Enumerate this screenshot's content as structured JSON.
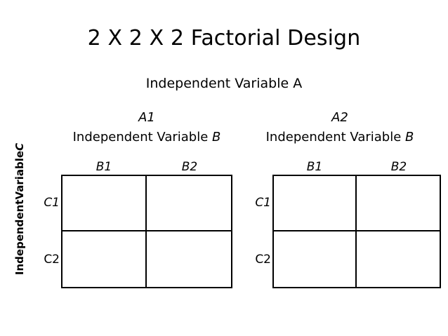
{
  "slide": {
    "title": "2 X 2 X 2 Factorial Design",
    "background_color": "#ffffff",
    "line_color": "#000000",
    "text_color": "#000000"
  },
  "factor_a": {
    "label": "Independent Variable A"
  },
  "factor_c": {
    "label_line1": "Independent",
    "label_line2": "Variable ",
    "label_italic": "C"
  },
  "panels": [
    {
      "level": "A1",
      "factor_label_prefix": "Independent Variable ",
      "factor_label_italic": "B",
      "column_headers": [
        "B1",
        "B2"
      ],
      "row_headers": [
        "C1",
        "C2"
      ],
      "cells": [
        [
          "",
          ""
        ],
        [
          "",
          ""
        ]
      ]
    },
    {
      "level": "A2",
      "factor_label_prefix": "Independent Variable ",
      "factor_label_italic": "B",
      "column_headers": [
        "B1",
        "B2"
      ],
      "row_headers": [
        "C1",
        "C2"
      ],
      "cells": [
        [
          "",
          ""
        ],
        [
          "",
          ""
        ]
      ]
    }
  ]
}
